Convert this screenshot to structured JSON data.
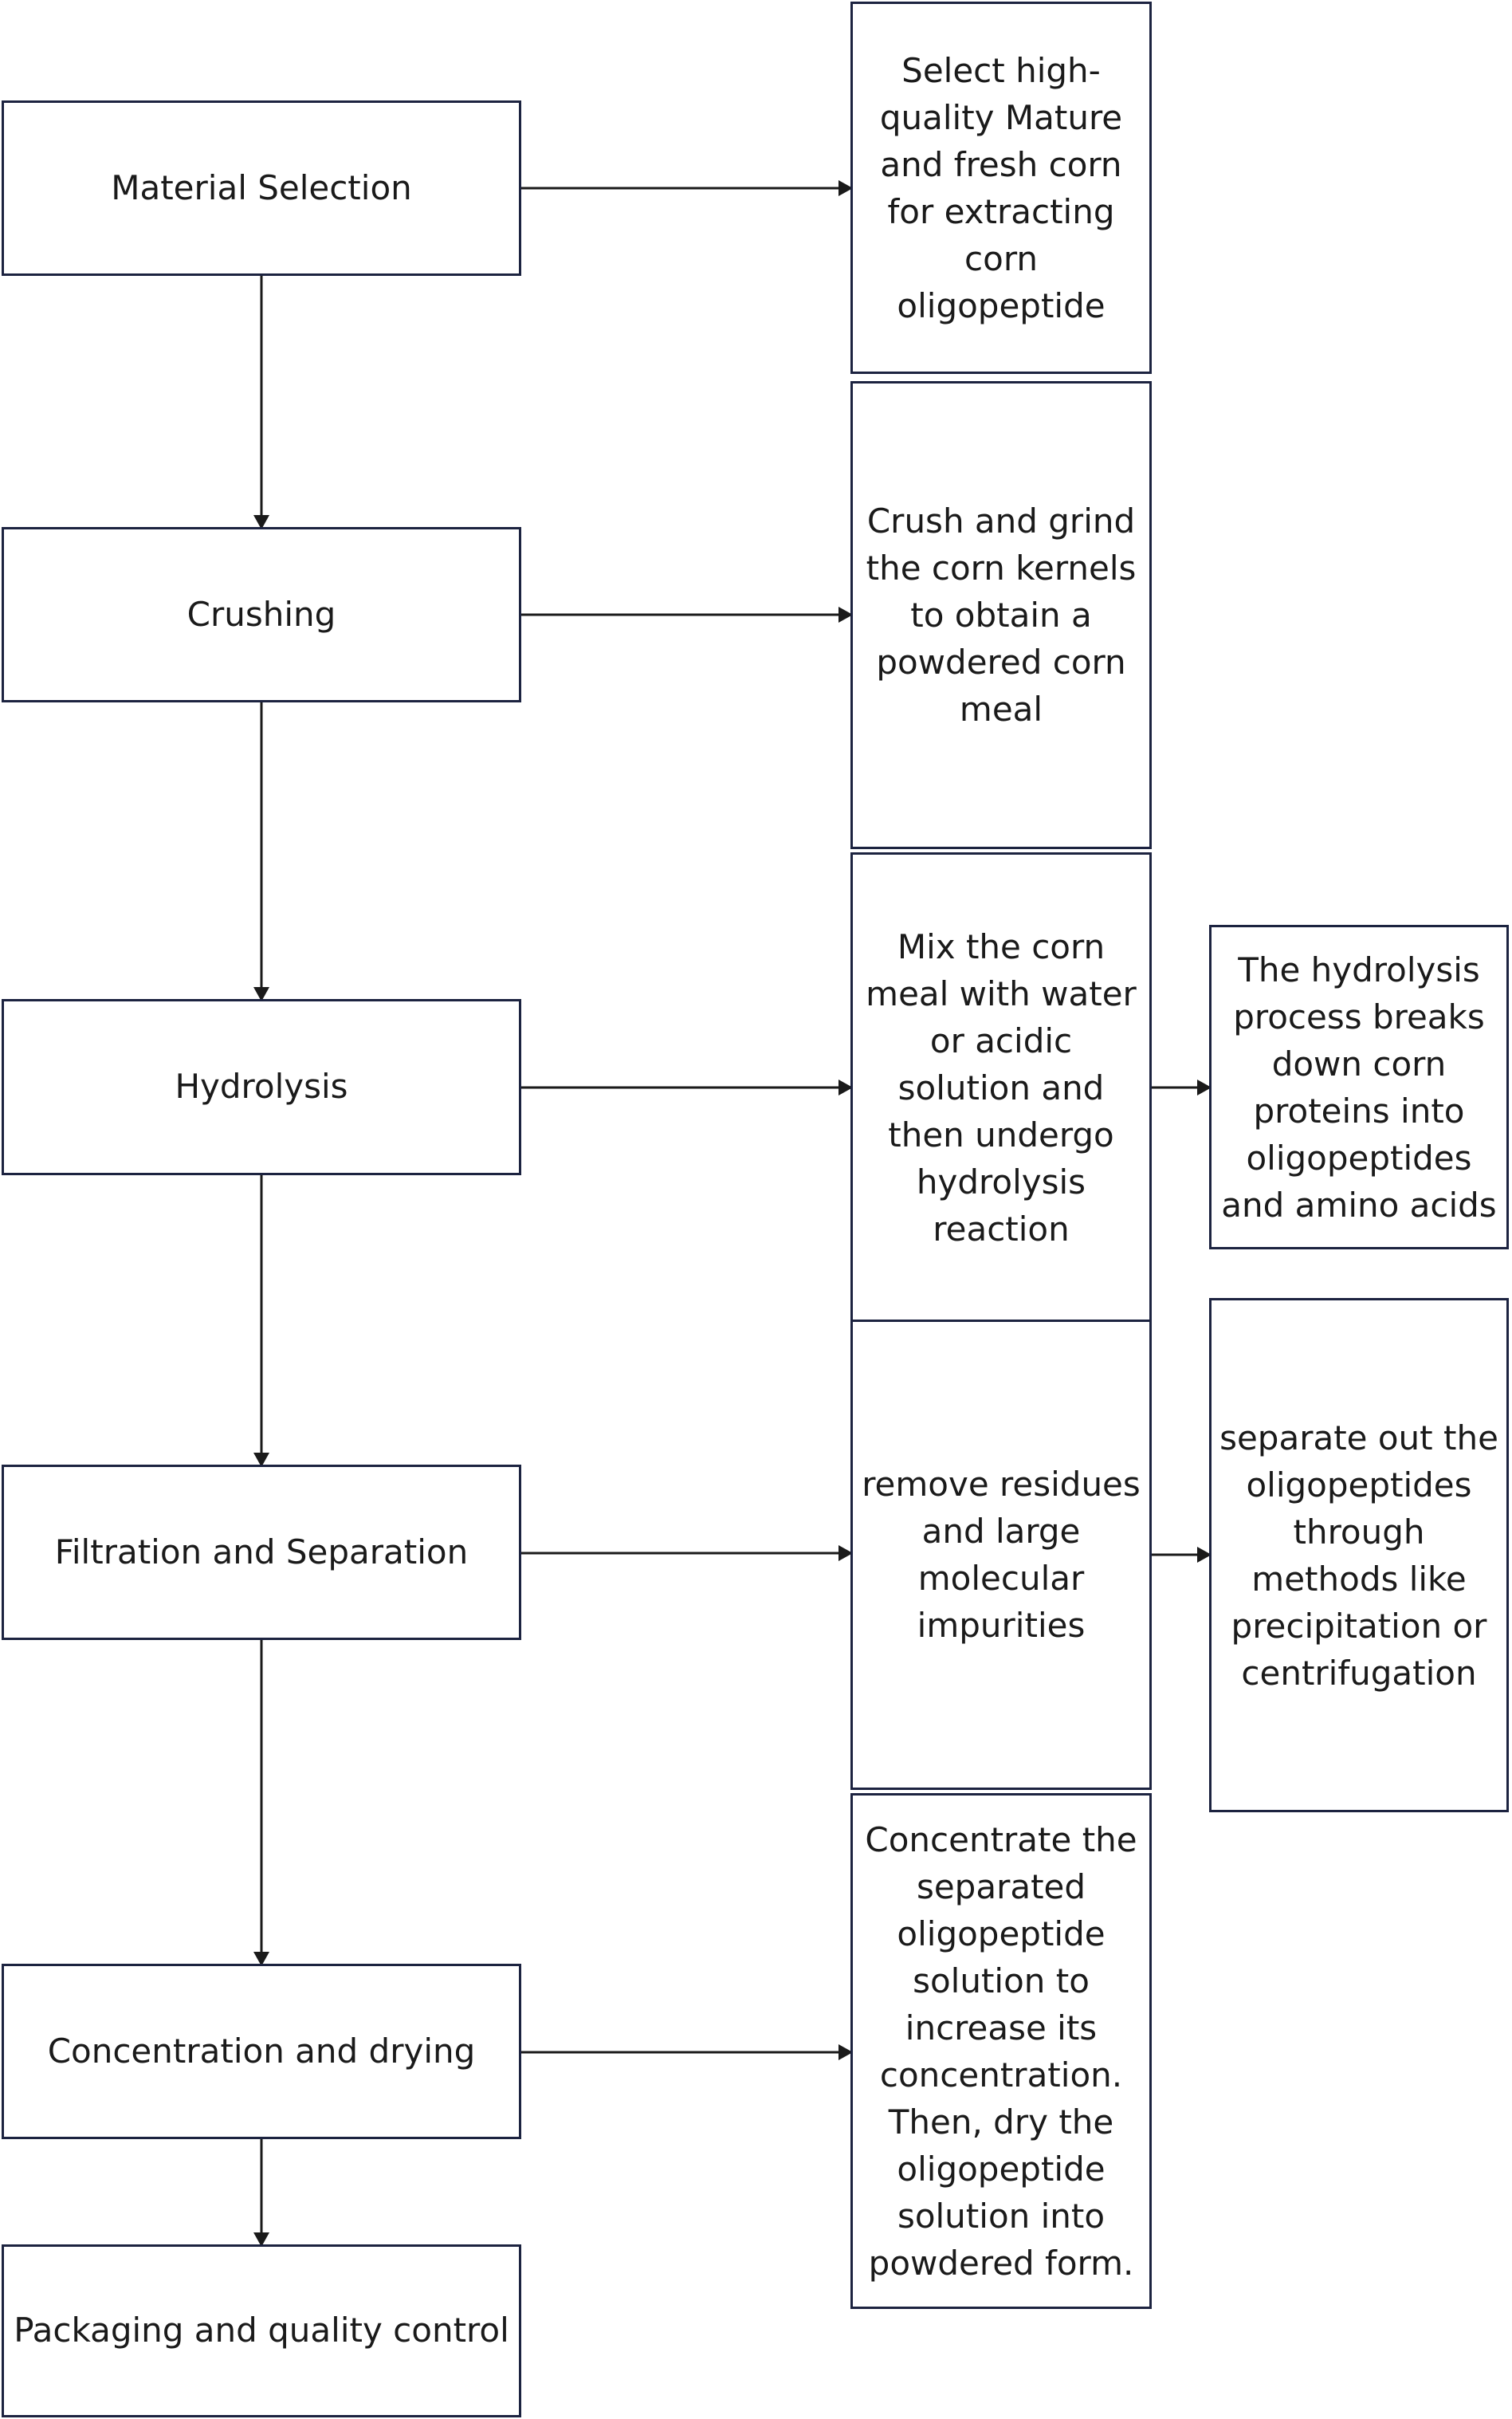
{
  "steps": {
    "material_selection": "Material Selection",
    "crushing": "Crushing",
    "hydrolysis": "Hydrolysis",
    "filtration": "Filtration and Separation",
    "concentration": "Concentration and drying",
    "packaging": "Packaging and quality control"
  },
  "notes": {
    "material_selection": "Select high-quality Mature and fresh corn for extracting corn oligopeptide",
    "crushing": "Crush and grind the corn kernels to obtain a powdered corn meal",
    "hydrolysis": "Mix the corn meal with water or acidic solution and then undergo hydrolysis reaction",
    "hydrolysis_result": "The hydrolysis process breaks down corn proteins into oligopeptides and amino acids",
    "filtration": "remove residues and large molecular impurities",
    "filtration_result": "separate out the oligopeptides through methods like precipitation or centrifugation",
    "concentration": "Concentrate the separated oligopeptide solution to increase its concentration. Then, dry the oligopeptide solution into powdered form."
  }
}
